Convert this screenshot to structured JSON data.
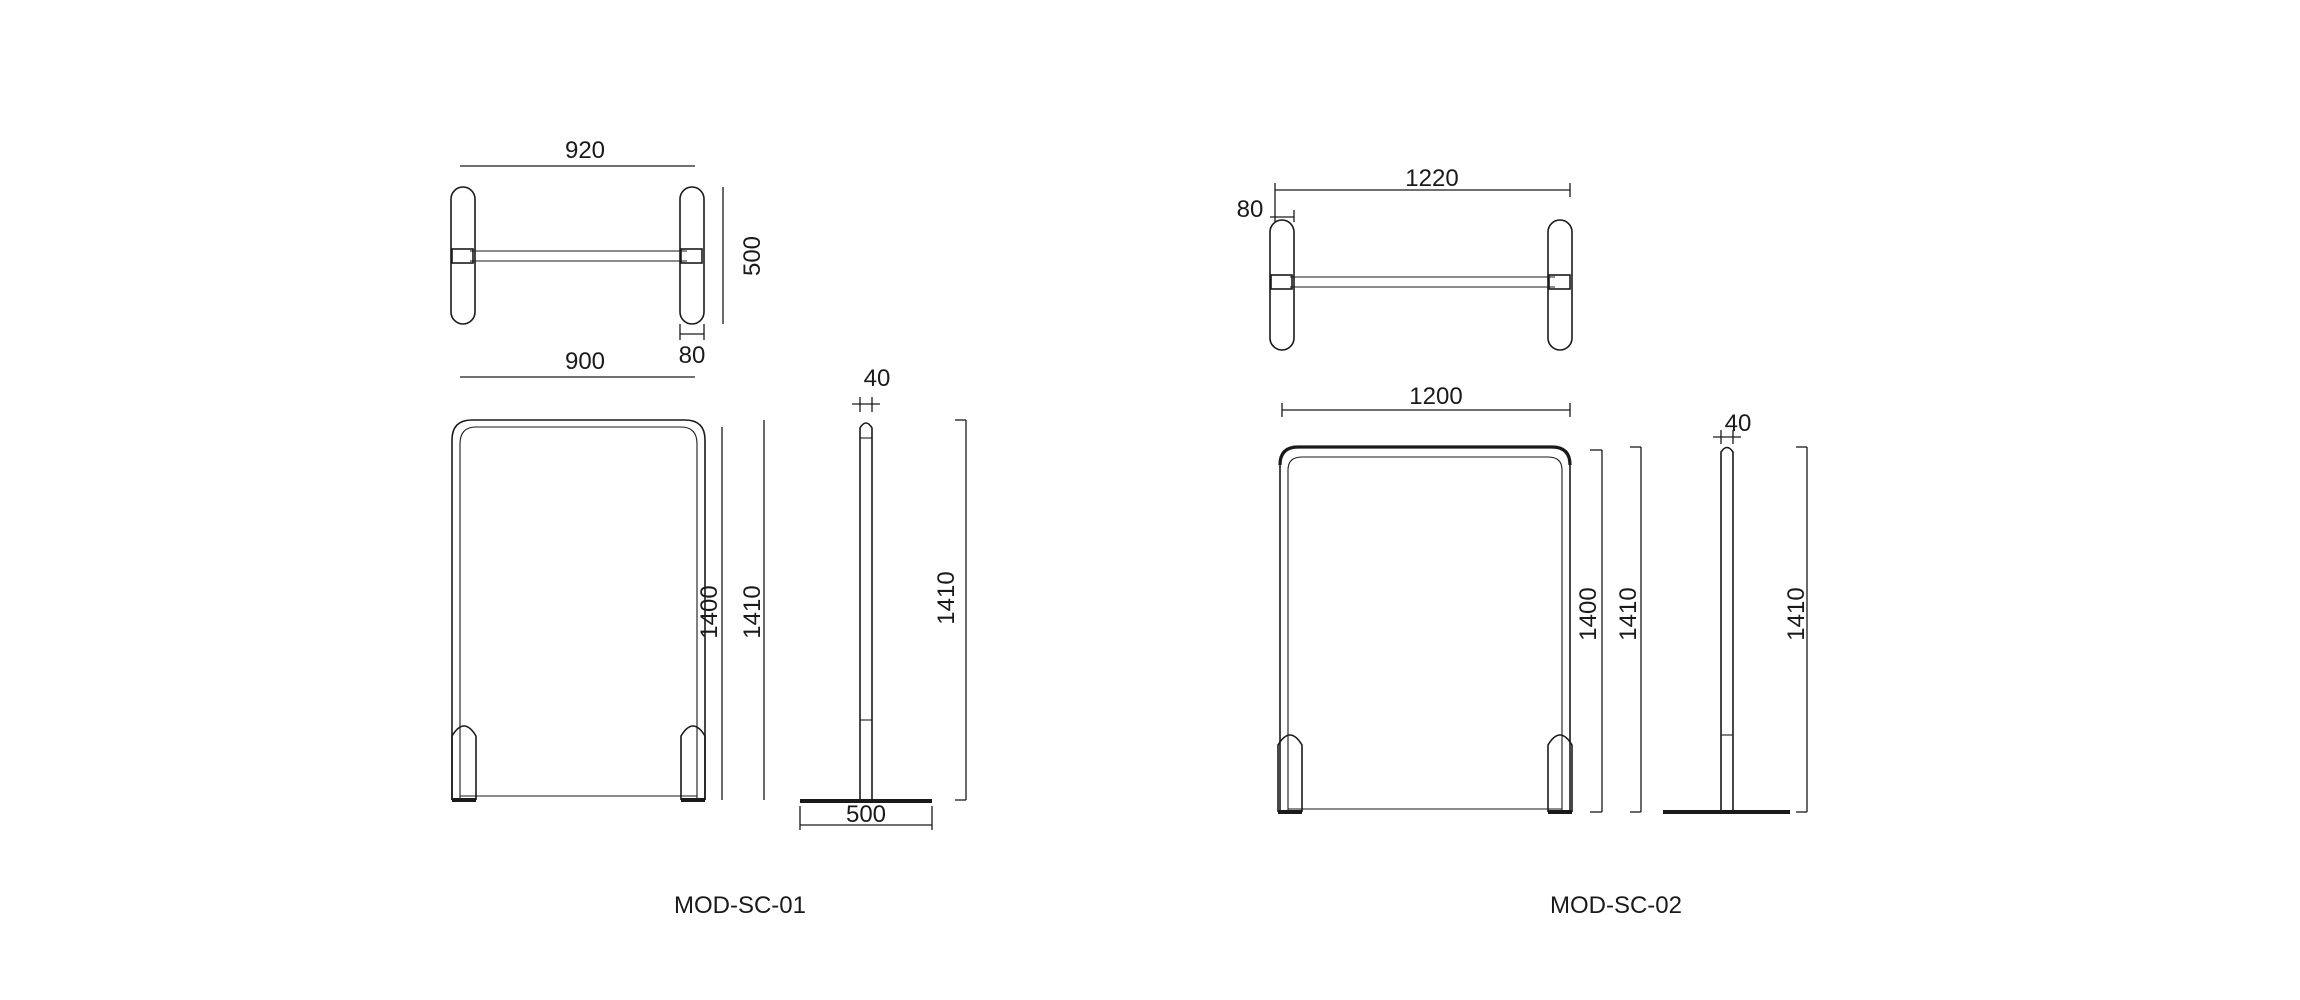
{
  "model_1": {
    "caption": "MOD-SC-01",
    "top_width": "920",
    "top_depth": "500",
    "foot_width": "80",
    "front_width": "900",
    "panel_height": "1400",
    "total_height": "1410",
    "post_width": "40",
    "side_height": "1410",
    "base_depth": "500"
  },
  "model_2": {
    "caption": "MOD-SC-02",
    "foot_width": "80",
    "top_width": "1220",
    "front_width": "1200",
    "panel_height": "1400",
    "total_height": "1410",
    "post_width": "40",
    "side_height": "1410"
  }
}
